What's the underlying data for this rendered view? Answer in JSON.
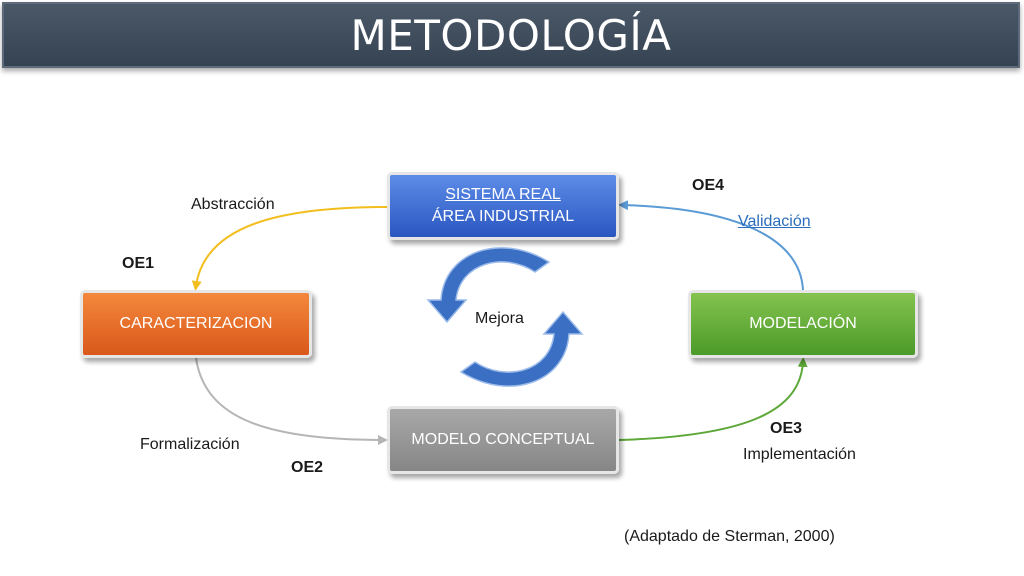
{
  "title": "METODOLOGÍA",
  "boxes": {
    "sistema_real_line1": "SISTEMA REAL",
    "sistema_real_line2": "ÁREA INDUSTRIAL",
    "caracterizacion": "CARACTERIZACION",
    "modelacion": "MODELACIÓN",
    "modelo_conceptual": "MODELO CONCEPTUAL"
  },
  "labels": {
    "abstraccion": "Abstracción",
    "validacion": "Validación",
    "formalizacion": "Formalización",
    "implementacion": "Implementación",
    "mejora": "Mejora",
    "oe1": "OE1",
    "oe2": "OE2",
    "oe3": "OE3",
    "oe4": "OE4"
  },
  "source": "(Adaptado de Sterman, 2000)",
  "colors": {
    "title_bar": "#3f4c5c",
    "sistema_real": "#3f6fd8",
    "caracterizacion": "#e8692a",
    "modelacion": "#62ac3a",
    "modelo_conceptual": "#969696",
    "arrow_abstraccion": "#f2be1e",
    "arrow_formalizacion": "#b5b5b5",
    "arrow_implementacion": "#5ea83a",
    "arrow_validacion": "#5b9bd5",
    "mejora_cycle": "#3a6fc4"
  }
}
